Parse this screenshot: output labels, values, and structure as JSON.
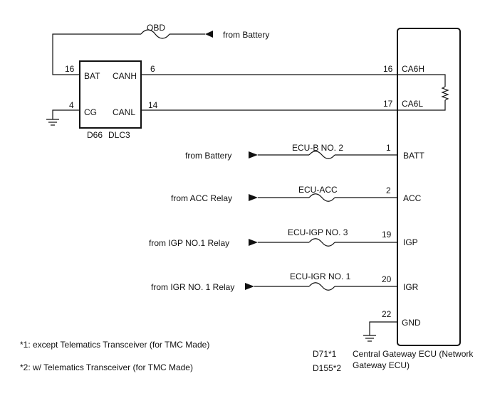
{
  "dlc3": {
    "code": "D66",
    "name": "DLC3",
    "pins": [
      {
        "num": "16",
        "label": "BAT"
      },
      {
        "num": "6",
        "label": "CANH"
      },
      {
        "num": "4",
        "label": "CG"
      },
      {
        "num": "14",
        "label": "CANL"
      }
    ]
  },
  "obd": {
    "fuse": "OBD",
    "source": "from Battery"
  },
  "gateway": {
    "name_line1": "Central Gateway ECU (Network",
    "name_line2": "Gateway ECU)",
    "code1": "D71*1",
    "code2": "D155*2",
    "pins": [
      {
        "num": "16",
        "label": "CA6H"
      },
      {
        "num": "17",
        "label": "CA6L"
      },
      {
        "num": "1",
        "label": "BATT"
      },
      {
        "num": "2",
        "label": "ACC"
      },
      {
        "num": "19",
        "label": "IGP"
      },
      {
        "num": "20",
        "label": "IGR"
      },
      {
        "num": "22",
        "label": "GND"
      }
    ]
  },
  "feeds": [
    {
      "source": "from Battery",
      "fuse": "ECU-B NO. 2"
    },
    {
      "source": "from ACC Relay",
      "fuse": "ECU-ACC"
    },
    {
      "source": "from IGP NO.1 Relay",
      "fuse": "ECU-IGP NO. 3"
    },
    {
      "source": "from IGR NO. 1 Relay",
      "fuse": "ECU-IGR NO. 1"
    }
  ],
  "notes": [
    "*1: except Telematics Transceiver (for TMC Made)",
    "*2: w/ Telematics Transceiver (for TMC Made)"
  ]
}
